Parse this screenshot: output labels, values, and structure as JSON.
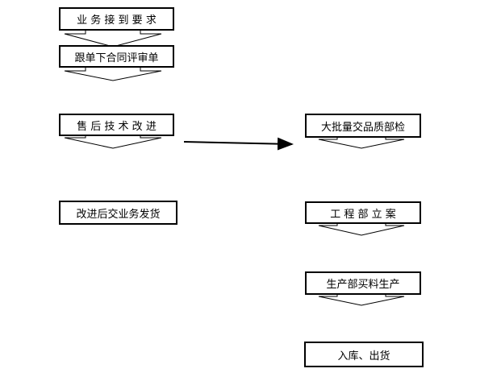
{
  "diagram": {
    "nodes": [
      {
        "id": "n1",
        "label": "业 务 接 到 要 求"
      },
      {
        "id": "n2",
        "label": "跟单下合同评审单"
      },
      {
        "id": "n3",
        "label": "售 后 技 术 改 进"
      },
      {
        "id": "n4",
        "label": "改进后交业务发货"
      },
      {
        "id": "n5",
        "label": "大批量交品质部检"
      },
      {
        "id": "n6",
        "label": "工 程 部 立 案"
      },
      {
        "id": "n7",
        "label": "生产部买料生产"
      },
      {
        "id": "n8",
        "label": "入库、出货"
      }
    ],
    "edges": [
      {
        "from": "n1",
        "to": "n2"
      },
      {
        "from": "n2",
        "to": "n3"
      },
      {
        "from": "n3",
        "to": "n5"
      },
      {
        "from": "n5",
        "to": "n6"
      },
      {
        "from": "n6",
        "to": "n7"
      },
      {
        "from": "n7",
        "to": "n8"
      }
    ]
  }
}
